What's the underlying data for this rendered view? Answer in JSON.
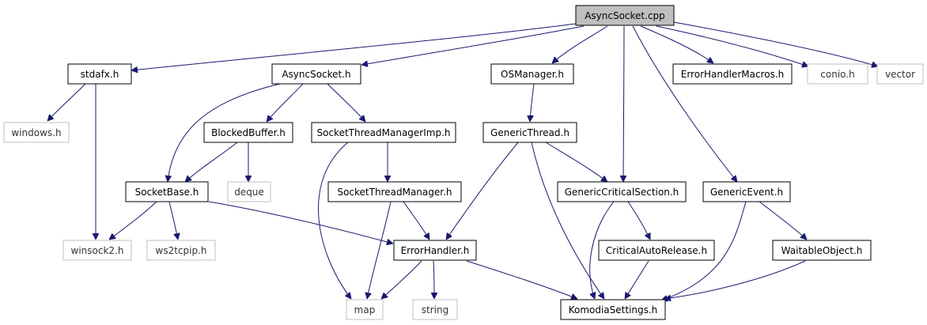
{
  "diagram": {
    "root": "AsyncSocket.cpp",
    "nodes": [
      {
        "id": "asyncsocket_cpp",
        "label": "AsyncSocket.cpp",
        "style": "root"
      },
      {
        "id": "stdafx_h",
        "label": "stdafx.h",
        "style": "internal"
      },
      {
        "id": "asyncsocket_h",
        "label": "AsyncSocket.h",
        "style": "internal"
      },
      {
        "id": "osmanager_h",
        "label": "OSManager.h",
        "style": "internal"
      },
      {
        "id": "errorhandlermacros_h",
        "label": "ErrorHandlerMacros.h",
        "style": "internal"
      },
      {
        "id": "conio_h",
        "label": "conio.h",
        "style": "external"
      },
      {
        "id": "vector",
        "label": "vector",
        "style": "external"
      },
      {
        "id": "windows_h",
        "label": "windows.h",
        "style": "external"
      },
      {
        "id": "blockedbuffer_h",
        "label": "BlockedBuffer.h",
        "style": "internal"
      },
      {
        "id": "socketthreadmanagerimp_h",
        "label": "SocketThreadManagerImp.h",
        "style": "internal"
      },
      {
        "id": "genericthread_h",
        "label": "GenericThread.h",
        "style": "internal"
      },
      {
        "id": "socketbase_h",
        "label": "SocketBase.h",
        "style": "internal"
      },
      {
        "id": "deque",
        "label": "deque",
        "style": "external"
      },
      {
        "id": "socketthreadmanager_h",
        "label": "SocketThreadManager.h",
        "style": "internal"
      },
      {
        "id": "genericcriticalsection_h",
        "label": "GenericCriticalSection.h",
        "style": "internal"
      },
      {
        "id": "genericevent_h",
        "label": "GenericEvent.h",
        "style": "internal"
      },
      {
        "id": "winsock2_h",
        "label": "winsock2.h",
        "style": "external"
      },
      {
        "id": "ws2tcpip_h",
        "label": "ws2tcpip.h",
        "style": "external"
      },
      {
        "id": "errorhandler_h",
        "label": "ErrorHandler.h",
        "style": "internal"
      },
      {
        "id": "criticalautorelease_h",
        "label": "CriticalAutoRelease.h",
        "style": "internal"
      },
      {
        "id": "waitableobject_h",
        "label": "WaitableObject.h",
        "style": "internal"
      },
      {
        "id": "map",
        "label": "map",
        "style": "external"
      },
      {
        "id": "string",
        "label": "string",
        "style": "external"
      },
      {
        "id": "komodiasettings_h",
        "label": "KomodiaSettings.h",
        "style": "internal"
      }
    ],
    "edges": [
      {
        "from": "asyncsocket_cpp",
        "to": "stdafx_h"
      },
      {
        "from": "asyncsocket_cpp",
        "to": "asyncsocket_h"
      },
      {
        "from": "asyncsocket_cpp",
        "to": "osmanager_h"
      },
      {
        "from": "asyncsocket_cpp",
        "to": "genericcriticalsection_h"
      },
      {
        "from": "asyncsocket_cpp",
        "to": "genericevent_h"
      },
      {
        "from": "asyncsocket_cpp",
        "to": "errorhandlermacros_h"
      },
      {
        "from": "asyncsocket_cpp",
        "to": "conio_h"
      },
      {
        "from": "asyncsocket_cpp",
        "to": "vector"
      },
      {
        "from": "stdafx_h",
        "to": "windows_h"
      },
      {
        "from": "stdafx_h",
        "to": "winsock2_h"
      },
      {
        "from": "asyncsocket_h",
        "to": "socketbase_h"
      },
      {
        "from": "asyncsocket_h",
        "to": "blockedbuffer_h"
      },
      {
        "from": "asyncsocket_h",
        "to": "socketthreadmanagerimp_h"
      },
      {
        "from": "blockedbuffer_h",
        "to": "socketbase_h"
      },
      {
        "from": "blockedbuffer_h",
        "to": "deque"
      },
      {
        "from": "socketbase_h",
        "to": "winsock2_h"
      },
      {
        "from": "socketbase_h",
        "to": "ws2tcpip_h"
      },
      {
        "from": "socketbase_h",
        "to": "errorhandler_h"
      },
      {
        "from": "socketthreadmanagerimp_h",
        "to": "socketthreadmanager_h"
      },
      {
        "from": "socketthreadmanagerimp_h",
        "to": "map"
      },
      {
        "from": "socketthreadmanager_h",
        "to": "errorhandler_h"
      },
      {
        "from": "socketthreadmanager_h",
        "to": "map"
      },
      {
        "from": "osmanager_h",
        "to": "genericthread_h"
      },
      {
        "from": "genericthread_h",
        "to": "errorhandler_h"
      },
      {
        "from": "genericthread_h",
        "to": "genericcriticalsection_h"
      },
      {
        "from": "genericthread_h",
        "to": "komodiasettings_h"
      },
      {
        "from": "genericcriticalsection_h",
        "to": "criticalautorelease_h"
      },
      {
        "from": "genericcriticalsection_h",
        "to": "komodiasettings_h"
      },
      {
        "from": "criticalautorelease_h",
        "to": "komodiasettings_h"
      },
      {
        "from": "genericevent_h",
        "to": "waitableobject_h"
      },
      {
        "from": "genericevent_h",
        "to": "komodiasettings_h"
      },
      {
        "from": "waitableobject_h",
        "to": "komodiasettings_h"
      },
      {
        "from": "errorhandler_h",
        "to": "map"
      },
      {
        "from": "errorhandler_h",
        "to": "string"
      },
      {
        "from": "errorhandler_h",
        "to": "komodiasettings_h"
      }
    ]
  },
  "colors": {
    "root_fill": "#bfbfbf",
    "internal_border": "#000000",
    "external_border": "#bfbfbf",
    "edge": "#191970",
    "external_text": "#333333"
  }
}
